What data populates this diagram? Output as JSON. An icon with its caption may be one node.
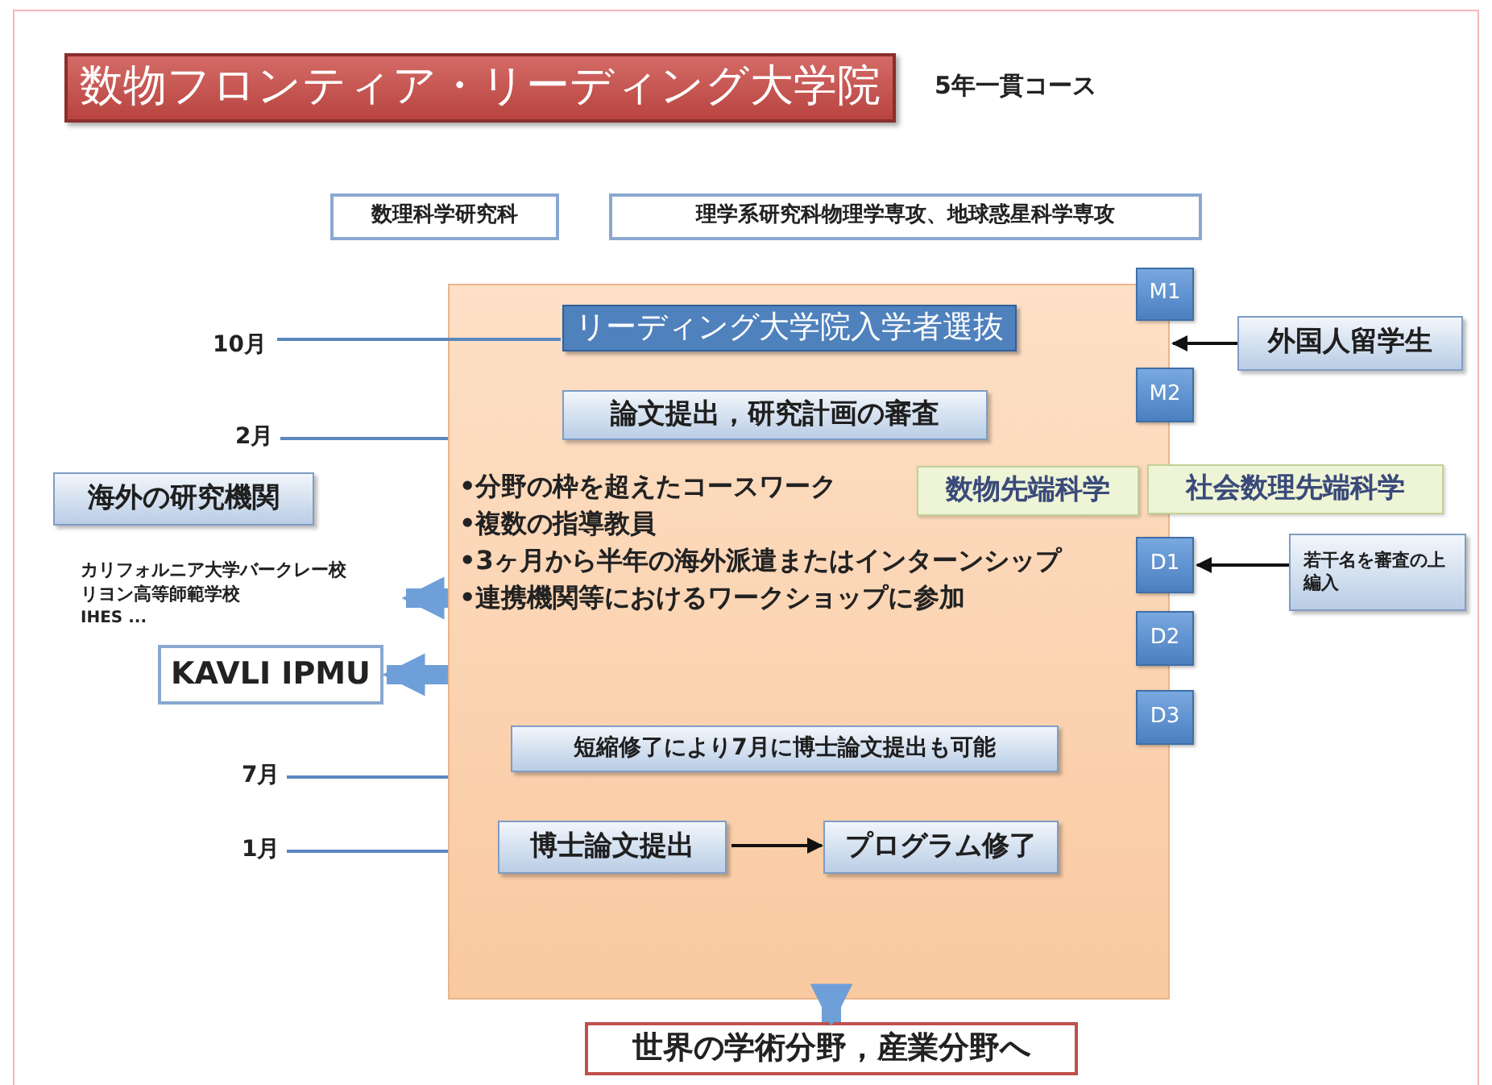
{
  "diagram": {
    "title": "数物フロンティア・リーディング大学院",
    "nodes": [
      {
        "text": [
          "数理科学研究科"
        ]
      },
      {
        "text": [
          "理学系研究科物理学専攻、地球惑星科学専攻"
        ]
      },
      {
        "text": [
          "•分野の枠を超えたコースワーク",
          "•複数の指導教員",
          "•3ヶ月から半年の海外派遣またはインターンシップ",
          "•連携機関等におけるワークショップに参加"
        ]
      },
      {
        "text": [
          "リーディング大学院入学者選抜"
        ],
        "in": 2
      },
      {
        "text": [
          "論文提出，研究計画の審査"
        ],
        "in": 2
      },
      {
        "text": [
          "数物先端科学"
        ],
        "in": 2
      },
      {
        "text": [
          "社会数理先端科学"
        ]
      },
      {
        "text": [
          "短縮修了により7月に博士論文提出も可能"
        ],
        "in": 2
      },
      {
        "text": [
          "博士論文提出"
        ],
        "in": 2
      },
      {
        "text": [
          "プログラム修了"
        ],
        "in": 2
      },
      {
        "text": [
          "M1"
        ]
      },
      {
        "text": [
          "M2"
        ]
      },
      {
        "text": [
          "D1"
        ]
      },
      {
        "text": [
          "D2"
        ]
      },
      {
        "text": [
          "D3"
        ]
      },
      {
        "text": [
          "外国人留学生"
        ]
      },
      {
        "text": [
          "若干名を審査の上編入"
        ]
      },
      {
        "text": [
          "海外の研究機関"
        ]
      },
      {
        "text": [
          "カリフォルニア大学バークレー校",
          "リヨン高等師範学校",
          "IHES ..."
        ]
      },
      {
        "text": [
          "KAVLI IPMU"
        ]
      },
      {
        "text": [
          "世界の学術分野，産業分野へ"
        ]
      },
      {
        "text": [
          "10月"
        ]
      },
      {
        "text": [
          "2月"
        ]
      },
      {
        "text": [
          "7月"
        ]
      },
      {
        "text": [
          "1月"
        ]
      }
    ],
    "edges": [
      {
        "from": 8,
        "to": 9,
        "arrow": "to",
        "color": "#111111"
      },
      {
        "from": 15,
        "to": 2,
        "arrow": "to",
        "color": "#111111"
      },
      {
        "from": 16,
        "to": 12,
        "arrow": "to",
        "color": "#111111"
      },
      {
        "from": 2,
        "to": 18,
        "arrow": "to",
        "style": "thick",
        "color": "#6f9fd8"
      },
      {
        "from": 2,
        "to": 19,
        "arrow": "to",
        "style": "thick",
        "color": "#6f9fd8"
      },
      {
        "from": 2,
        "to": 20,
        "arrow": "to",
        "style": "thick",
        "color": "#6f9fd8"
      },
      {
        "from": 21,
        "to": 3,
        "arrow": "none",
        "color": "#5b87c0"
      },
      {
        "from": 22,
        "to": 2,
        "arrow": "none",
        "color": "#5b87c0"
      },
      {
        "from": 23,
        "to": 2,
        "arrow": "none",
        "color": "#5b87c0"
      },
      {
        "from": 24,
        "to": 2,
        "arrow": "none",
        "color": "#5b87c0"
      }
    ],
    "labels": [
      "5年一貫コース"
    ]
  }
}
